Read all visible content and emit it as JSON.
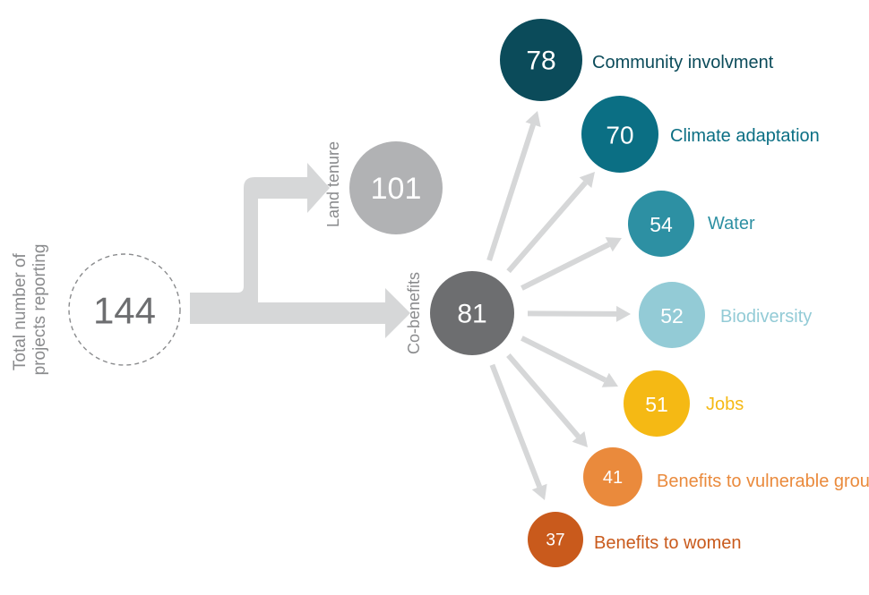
{
  "total": {
    "value": "144",
    "label_line1": "Total number of",
    "label_line2": "projects reporting"
  },
  "land_tenure": {
    "label": "Land tenure",
    "value": "101",
    "color": "#b1b2b4"
  },
  "co_benefits": {
    "label": "Co-benefits",
    "value": "81",
    "color": "#6d6e70"
  },
  "benefits": [
    {
      "label": "Community involvment",
      "value": "78",
      "color": "#0b4b5a"
    },
    {
      "label": "Climate adaptation",
      "value": "70",
      "color": "#0b6f84"
    },
    {
      "label": "Water",
      "value": "54",
      "color": "#2d90a3"
    },
    {
      "label": "Biodiversity",
      "value": "52",
      "color": "#93cbd6"
    },
    {
      "label": "Jobs",
      "value": "51",
      "color": "#f5b914"
    },
    {
      "label": "Benefits to vulnerable groups",
      "value": "41",
      "color": "#ea8a3c"
    },
    {
      "label": "Benefits to women",
      "value": "37",
      "color": "#c95a1c"
    }
  ],
  "arrow_color": "#d6d7d8"
}
